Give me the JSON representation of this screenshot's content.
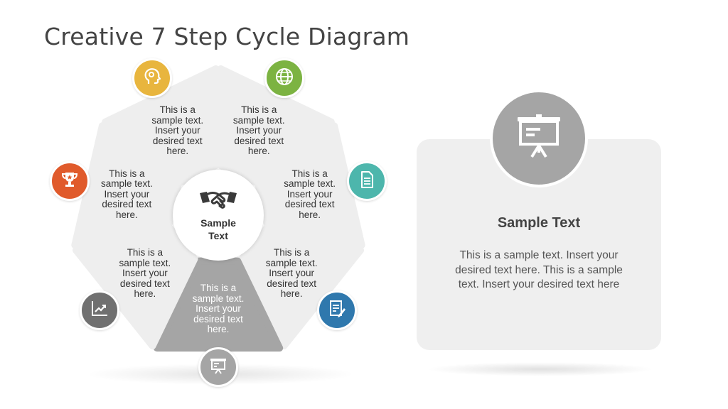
{
  "title": "Creative 7 Step Cycle Diagram",
  "center": {
    "label": "Sample Text",
    "icon": "handshake-icon"
  },
  "segments": [
    {
      "lines": [
        "This is a",
        "sample text.",
        "Insert your",
        "desired text",
        "here."
      ],
      "icon": "head-icon",
      "color": "#e8b53e",
      "active": false
    },
    {
      "lines": [
        "This is a",
        "sample text.",
        "Insert your",
        "desired text",
        "here."
      ],
      "icon": "globe-icon",
      "color": "#7cb342",
      "active": false
    },
    {
      "lines": [
        "This is a",
        "sample text.",
        "Insert your",
        "desired text",
        "here."
      ],
      "icon": "document-icon",
      "color": "#4db6ac",
      "active": false
    },
    {
      "lines": [
        "This is a",
        "sample text.",
        "Insert your",
        "desired text",
        "here."
      ],
      "icon": "notepad-pencil-icon",
      "color": "#2f78ad",
      "active": false
    },
    {
      "lines": [
        "This is a",
        "sample text.",
        "Insert your",
        "desired text",
        "here."
      ],
      "icon": "presentation-board-icon",
      "color": "#a5a5a5",
      "active": true
    },
    {
      "lines": [
        "This is a",
        "sample text.",
        "Insert your",
        "desired text",
        "here."
      ],
      "icon": "chart-trend-icon",
      "color": "#707070",
      "active": false
    },
    {
      "lines": [
        "This is a",
        "sample text.",
        "Insert your",
        "desired text",
        "here."
      ],
      "icon": "trophy-icon",
      "color": "#e05a2b",
      "active": false
    }
  ],
  "card": {
    "icon": "presentation-board-icon",
    "title": "Sample Text",
    "body": "This is a sample text.  Insert your desired text here. This is a sample text.  Insert your desired text here"
  },
  "colors": {
    "segment_fill": "#eeeeee",
    "active_fill": "#a5a5a5"
  }
}
